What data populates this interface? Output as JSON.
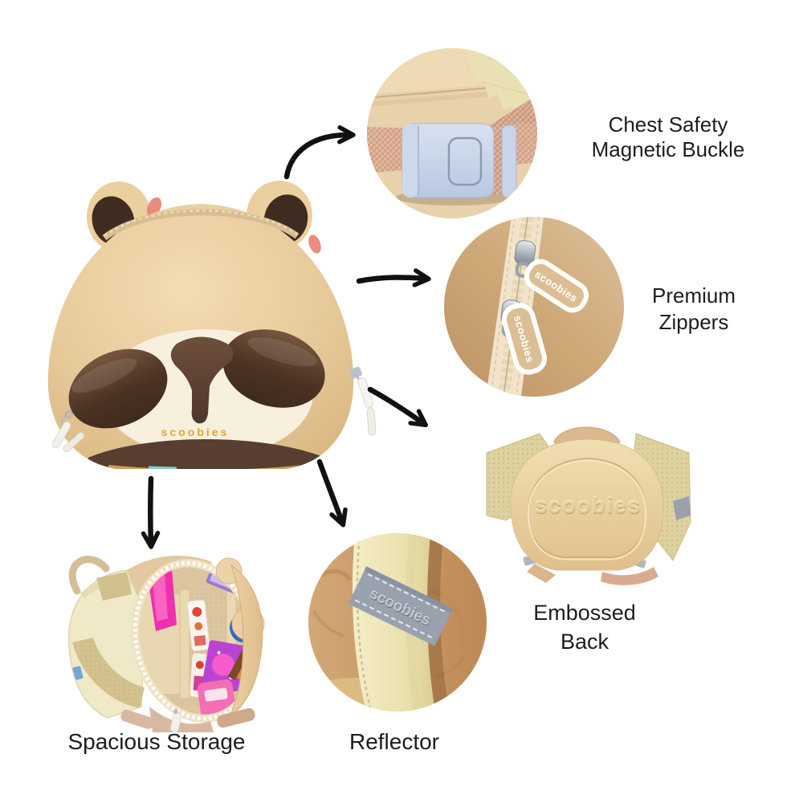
{
  "image": {
    "type": "product-feature-infographic",
    "product": "panda kids backpack",
    "background": "#ffffff"
  },
  "brand": "scoobies",
  "callouts": {
    "buckle": {
      "line1": "Chest Safety",
      "line2": "Magnetic Buckle"
    },
    "zippers": {
      "line1": "Premium",
      "line2": "Zippers"
    },
    "embossed": {
      "line1": "Embossed",
      "line2": "Back"
    },
    "reflector": {
      "line1": "Reflector"
    },
    "storage": {
      "line1": "Spacious Storage"
    }
  },
  "colors": {
    "label_text": "#1d1d1d",
    "arrow_black": "#111111",
    "bag_tan": "#e6c999",
    "panda_patch_brown": "#4c3324",
    "muzzle_cream": "#f8f0df",
    "bottom_band_brown": "#573e30",
    "brand_gold": "#dfa62e",
    "buckle_blue": "#c7d3e8",
    "strap_rose": "#d9a88d",
    "fabric_khaki": "#e9e0b4",
    "circle_beige": "#e8d2ac",
    "zipper_bg_tan": "#cfa878",
    "zipper_tape_cream": "#f1e4ca",
    "tag_tan": "#dcbe94",
    "slider_silver": "#b9c0ca",
    "back_shell_beige": "#ead7a9",
    "back_strap_khaki": "#ded2a0",
    "reflector_gray": "#99a1af",
    "reflector_strap_cream": "#eee6bc",
    "storage_hot_pink": "#f02fae",
    "storage_blue": "#2f66cf",
    "storage_purple": "#9b79cc"
  }
}
